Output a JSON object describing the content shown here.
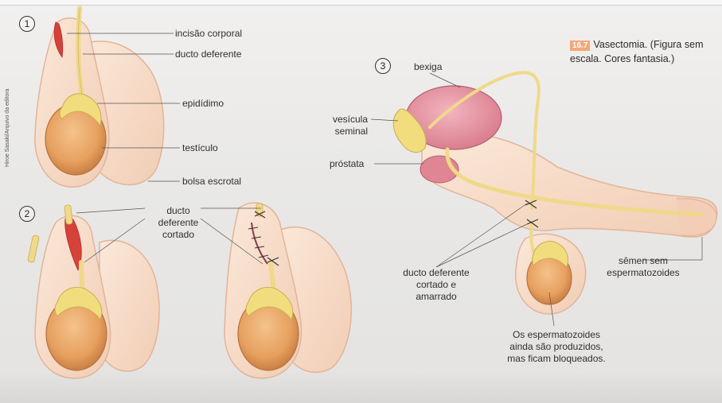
{
  "figure": {
    "badge": "16.7",
    "caption": "Vasectomia. (Figura sem escala. Cores fantasia.)",
    "credit": "Hiroe Sasaki/Arquivo da editora",
    "numbers": [
      "1",
      "2",
      "3"
    ]
  },
  "panel1": {
    "labels": {
      "incisao": "incisão corporal",
      "ducto": "ducto deferente",
      "epididimo": "epidídimo",
      "testiculo": "testículo",
      "bolsa": "bolsa escrotal"
    }
  },
  "panel2": {
    "labels": {
      "ducto_l1": "ducto",
      "ducto_l2": "deferente",
      "ducto_l3": "cortado"
    }
  },
  "panel3": {
    "labels": {
      "bexiga": "bexiga",
      "vesicula_l1": "vesícula",
      "vesicula_l2": "seminal",
      "prostata": "próstata",
      "ducto_l1": "ducto deferente",
      "ducto_l2": "cortado e",
      "ducto_l3": "amarrado",
      "semen_l1": "sêmen sem",
      "semen_l2": "espermatozoides",
      "espermat_l1": "Os espermatozoides",
      "espermat_l2": "ainda são produzidos,",
      "espermat_l3": "mas ficam bloqueados."
    }
  },
  "colors": {
    "skin": "#f7dcc6",
    "skin_edge": "#e2b49a",
    "testis": "#e9a564",
    "epididymis": "#f1dc7e",
    "duct": "#efd98a",
    "bladder": "#e58f9c",
    "incision": "#d6423a",
    "badge": "#f3a878"
  }
}
